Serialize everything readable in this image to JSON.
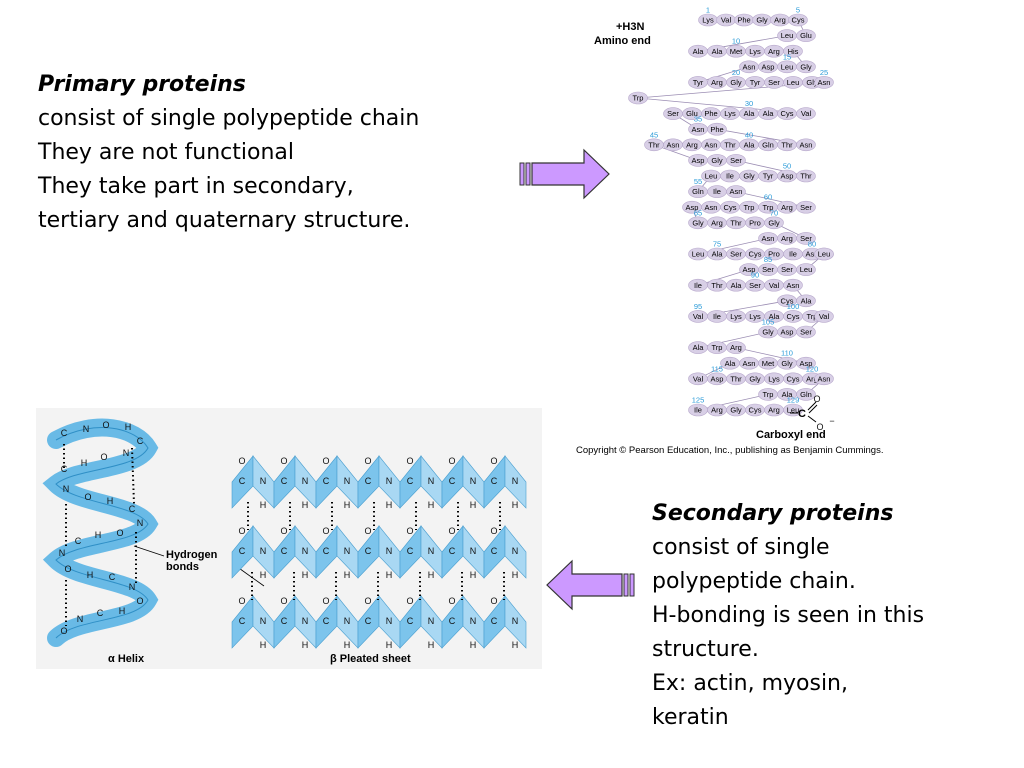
{
  "primary": {
    "title": "Primary proteins",
    "lines": [
      "consist of single polypeptide chain",
      "They are not functional",
      "They take part in secondary,",
      "tertiary and quaternary structure."
    ]
  },
  "secondary": {
    "title": "Secondary proteins",
    "lines": [
      "consist of single",
      "polypeptide chain.",
      "H-bonding is seen in this",
      "structure.",
      "Ex: actin, myosin,",
      "keratin"
    ]
  },
  "figure_primary": {
    "n_terminus": "+H3N",
    "amino_end_label": "Amino end",
    "c_terminus": "C",
    "carboxyl_end_label": "Carboxyl end",
    "copyright": "Copyright © Pearson Education, Inc., publishing as Benjamin Cummings.",
    "bead_color": "#d8cfe6",
    "number_color": "#2b9bd8",
    "rows": [
      [
        "Lys",
        "Val",
        "Phe",
        "Gly",
        "Arg",
        "Cys"
      ],
      [
        "Glu",
        "Leu"
      ],
      [
        "Ala",
        "Ala",
        "Met",
        "Lys",
        "Arg",
        "His"
      ],
      [
        "Gly",
        "Leu",
        "Asp",
        "Asn"
      ],
      [
        "Tyr",
        "Arg",
        "Gly",
        "Tyr",
        "Ser",
        "Leu",
        "Gly",
        "Asn"
      ],
      [
        "Trp"
      ],
      [
        "Val",
        "Cys",
        "Ala",
        "Ala",
        "Lys",
        "Phe",
        "Glu",
        "Ser"
      ],
      [
        "Asn",
        "Phe"
      ],
      [
        "Asn",
        "Thr",
        "Gln",
        "Ala",
        "Thr",
        "Asn",
        "Arg",
        "Asn",
        "Thr"
      ],
      [
        "Asp",
        "Gly",
        "Ser"
      ],
      [
        "Thr",
        "Asp",
        "Tyr",
        "Gly",
        "Ile",
        "Leu"
      ],
      [
        "Gln",
        "Ile",
        "Asn"
      ],
      [
        "Ser",
        "Arg",
        "Trp",
        "Trp",
        "Cys",
        "Asn",
        "Asp"
      ],
      [
        "Gly",
        "Arg",
        "Thr",
        "Pro",
        "Gly"
      ],
      [
        "Ser",
        "Arg",
        "Asn"
      ],
      [
        "Leu",
        "Ala",
        "Ser",
        "Cys",
        "Pro",
        "Ile",
        "Asn",
        "Cys",
        "Leu"
      ],
      [
        "Leu",
        "Ser",
        "Ser",
        "Asp"
      ],
      [
        "Ile",
        "Thr",
        "Ala",
        "Ser",
        "Val",
        "Asn"
      ],
      [
        "Ala",
        "Cys"
      ],
      [
        "Val",
        "Ile",
        "Lys",
        "Lys",
        "Ala",
        "Cys",
        "Trp",
        "Val"
      ],
      [
        "Ser",
        "Asp",
        "Gly"
      ],
      [
        "Ala",
        "Trp",
        "Arg"
      ],
      [
        "Asp",
        "Gly",
        "Met",
        "Asn",
        "Ala"
      ],
      [
        "Val",
        "Asp",
        "Thr",
        "Gly",
        "Lys",
        "Cys",
        "Arg",
        "Asn"
      ],
      [
        "Gln",
        "Ala",
        "Trp"
      ],
      [
        "Ile",
        "Arg",
        "Gly",
        "Cys",
        "Arg",
        "Leu"
      ]
    ],
    "residue_numbers": [
      "1",
      "5",
      "10",
      "15",
      "20",
      "25",
      "30",
      "35",
      "40",
      "45",
      "50",
      "55",
      "60",
      "65",
      "70",
      "75",
      "80",
      "85",
      "90",
      "95",
      "100",
      "105",
      "110",
      "115",
      "120",
      "125",
      "129"
    ]
  },
  "figure_secondary": {
    "helix_label": "α Helix",
    "sheet_label": "β Pleated sheet",
    "hbond_label_line1": "Hydrogen",
    "hbond_label_line2": "bonds",
    "ribbon_color": "#5ab4e4",
    "atoms": [
      "C",
      "N",
      "O",
      "H"
    ]
  },
  "arrows": {
    "fill": "#cc99ff",
    "stroke": "#333333"
  }
}
